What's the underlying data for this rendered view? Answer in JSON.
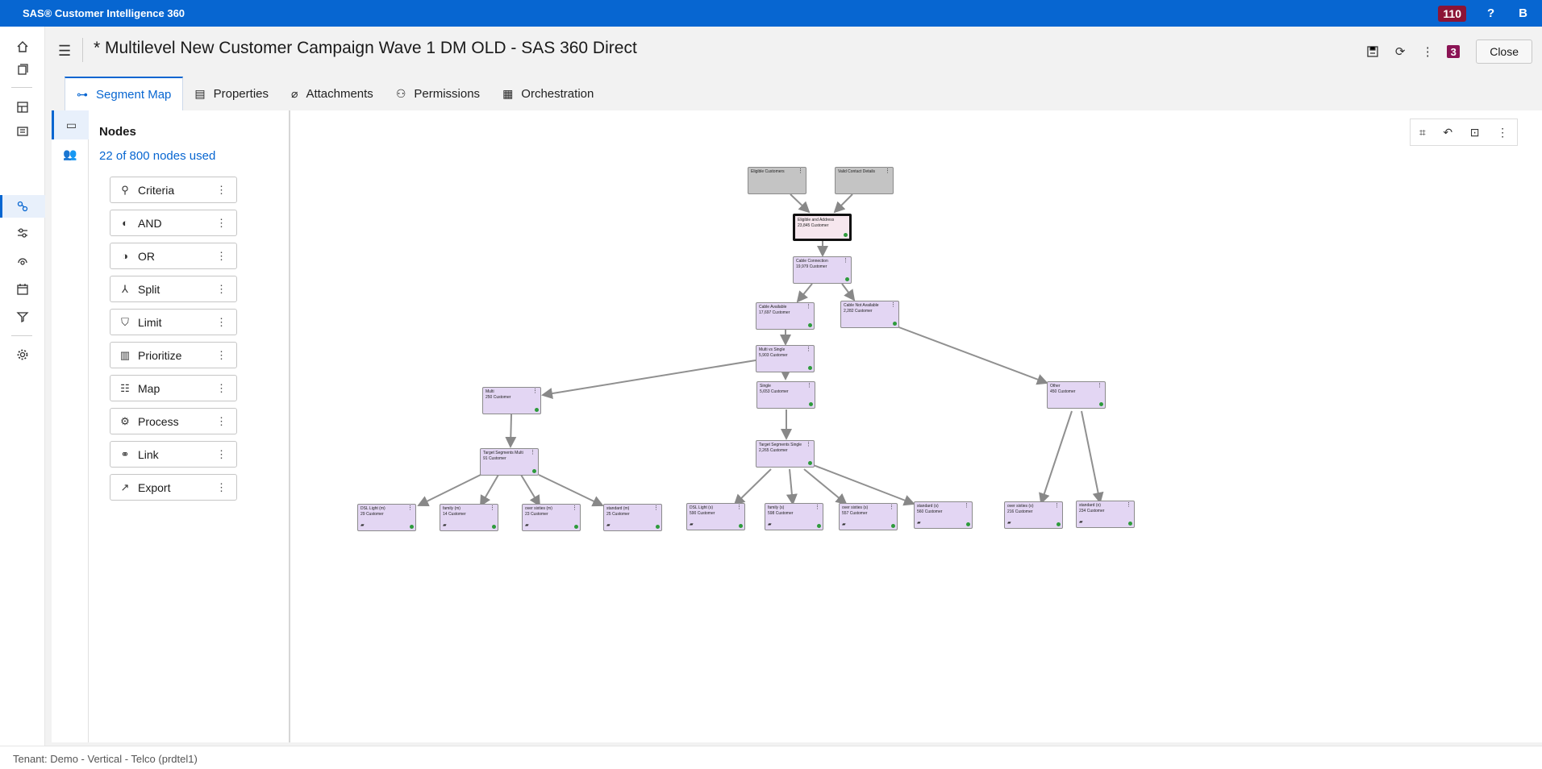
{
  "app": {
    "brand": "SAS® Customer Intelligence 360",
    "alert_count": "110",
    "help": "?",
    "user_initial": "B"
  },
  "nav": {
    "icons": [
      "home-icon",
      "content-icon",
      "dashboard-icon",
      "tasks-icon",
      "segments-icon",
      "journeys-icon",
      "audience-icon",
      "calendar-icon",
      "rules-icon",
      "settings-icon"
    ]
  },
  "header": {
    "title": "* Multilevel New Customer Campaign Wave 1 DM OLD - SAS 360 Direct",
    "notification_count": "3",
    "close_label": "Close"
  },
  "tabs": [
    {
      "label": "Segment Map",
      "icon": "segment-map-icon"
    },
    {
      "label": "Properties",
      "icon": "properties-icon"
    },
    {
      "label": "Attachments",
      "icon": "paperclip-icon"
    },
    {
      "label": "Permissions",
      "icon": "permissions-icon"
    },
    {
      "label": "Orchestration",
      "icon": "calendar-icon"
    }
  ],
  "nodes_panel": {
    "title": "Nodes",
    "count": "22 of 800 nodes used",
    "tools": [
      {
        "label": "Criteria"
      },
      {
        "label": "AND"
      },
      {
        "label": "OR"
      },
      {
        "label": "Split"
      },
      {
        "label": "Limit"
      },
      {
        "label": "Prioritize"
      },
      {
        "label": "Map"
      },
      {
        "label": "Process"
      },
      {
        "label": "Link"
      },
      {
        "label": "Export"
      }
    ]
  },
  "segment_nodes": [
    {
      "name": "Eligible Customers",
      "count": ""
    },
    {
      "name": "Valid Contact Details",
      "count": ""
    },
    {
      "name": "Eligible and Address",
      "count": "23,845 Customer"
    },
    {
      "name": "Cable Connection",
      "count": "19,979 Customer"
    },
    {
      "name": "Cable Available",
      "count": "17,697 Customer"
    },
    {
      "name": "Cable Not Available",
      "count": "2,282 Customer"
    },
    {
      "name": "Multi vs Single",
      "count": "5,903 Customer"
    },
    {
      "name": "Multi",
      "count": "250 Customer"
    },
    {
      "name": "Single",
      "count": "5,653 Customer"
    },
    {
      "name": "Other",
      "count": "450 Customer"
    },
    {
      "name": "Target Segments Multi",
      "count": "91 Customer"
    },
    {
      "name": "Target Segments Single",
      "count": "2,265 Customer"
    },
    {
      "name": "DSL Light (m)",
      "count": "29 Customer"
    },
    {
      "name": "family (m)",
      "count": "14 Customer"
    },
    {
      "name": "over sixties (m)",
      "count": "23 Customer"
    },
    {
      "name": "standard (m)",
      "count": "25 Customer"
    },
    {
      "name": "DSL Light (s)",
      "count": "590 Customer"
    },
    {
      "name": "family (s)",
      "count": "598 Customer"
    },
    {
      "name": "over sixties (s)",
      "count": "557 Customer"
    },
    {
      "name": "standard (s)",
      "count": "560 Customer"
    },
    {
      "name": "over sixties (o)",
      "count": "216 Customer"
    },
    {
      "name": "standard (o)",
      "count": "234 Customer"
    }
  ],
  "footer": {
    "tenant": "Tenant: Demo - Vertical - Telco (prdtel1)"
  }
}
